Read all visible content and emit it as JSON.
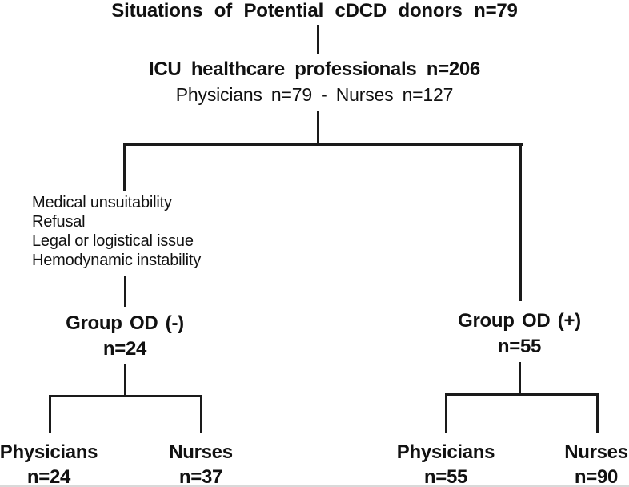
{
  "figure": {
    "title": "Situations of Potential cDCD donors n=79",
    "icu": {
      "line1": "ICU healthcare professionals n=206",
      "line2": "Physicians n=79 - Nurses n=127"
    },
    "exclusions": [
      "Medical unsuitability",
      "Refusal",
      "Legal or logistical issue",
      "Hemodynamic instability"
    ],
    "group_od_negative": {
      "label": "Group OD (-)",
      "n": "n=24"
    },
    "group_od_positive": {
      "label": "Group OD (+)",
      "n": "n=55"
    },
    "od_negative_children": [
      {
        "label": "Physicians",
        "n": "n=24"
      },
      {
        "label": "Nurses",
        "n": "n=37"
      }
    ],
    "od_positive_children": [
      {
        "label": "Physicians",
        "n": "n=55"
      },
      {
        "label": "Nurses",
        "n": "n=90"
      }
    ]
  },
  "colors": {
    "line": "#1a1a1a",
    "text": "#111111",
    "background": "#ffffff",
    "bottom_rule": "#d9d9d9"
  }
}
